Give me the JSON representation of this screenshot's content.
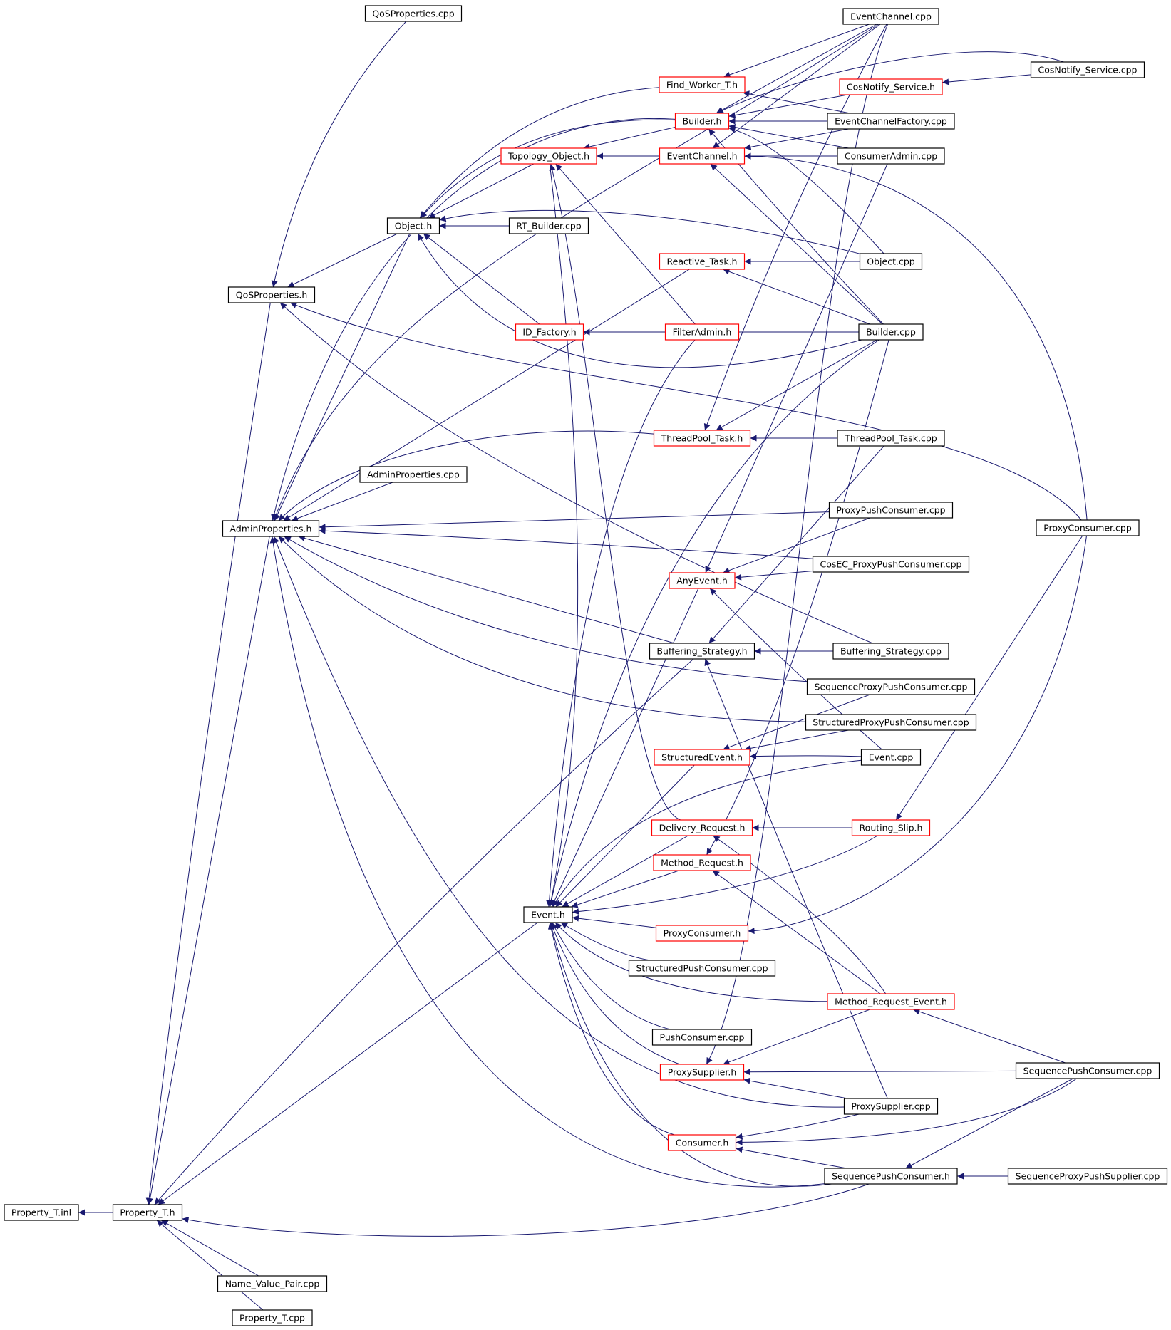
{
  "diagram": {
    "title": "",
    "colors": {
      "edge": "#191970",
      "arrowhead": "#191970",
      "node_border_default": "#000000",
      "node_border_incomplete": "#ff0000",
      "node_fill_default": "#ffffff",
      "node_fill_root": "#bfbfbf"
    },
    "nodes": [
      {
        "id": "property_t_inl",
        "label": "Property_T.inl",
        "style": "root"
      },
      {
        "id": "property_t_h",
        "label": "Property_T.h",
        "style": "default"
      },
      {
        "id": "name_value_pair_cpp",
        "label": "Name_Value_Pair.cpp",
        "style": "default"
      },
      {
        "id": "property_t_cpp",
        "label": "Property_T.cpp",
        "style": "default"
      },
      {
        "id": "qosproperties_cpp",
        "label": "QoSProperties.cpp",
        "style": "default"
      },
      {
        "id": "qosproperties_h",
        "label": "QoSProperties.h",
        "style": "default"
      },
      {
        "id": "adminproperties_h",
        "label": "AdminProperties.h",
        "style": "default"
      },
      {
        "id": "adminproperties_cpp",
        "label": "AdminProperties.cpp",
        "style": "default"
      },
      {
        "id": "object_h",
        "label": "Object.h",
        "style": "default"
      },
      {
        "id": "rt_builder_cpp",
        "label": "RT_Builder.cpp",
        "style": "default"
      },
      {
        "id": "event_h",
        "label": "Event.h",
        "style": "default"
      },
      {
        "id": "find_worker_t_h",
        "label": "Find_Worker_T.h",
        "style": "incomplete"
      },
      {
        "id": "builder_h",
        "label": "Builder.h",
        "style": "incomplete"
      },
      {
        "id": "topology_object_h",
        "label": "Topology_Object.h",
        "style": "incomplete"
      },
      {
        "id": "eventchannel_h",
        "label": "EventChannel.h",
        "style": "incomplete"
      },
      {
        "id": "reactive_task_h",
        "label": "Reactive_Task.h",
        "style": "incomplete"
      },
      {
        "id": "id_factory_h",
        "label": "ID_Factory.h",
        "style": "incomplete"
      },
      {
        "id": "filteradmin_h",
        "label": "FilterAdmin.h",
        "style": "incomplete"
      },
      {
        "id": "threadpool_task_h",
        "label": "ThreadPool_Task.h",
        "style": "incomplete"
      },
      {
        "id": "anyevent_h",
        "label": "AnyEvent.h",
        "style": "incomplete"
      },
      {
        "id": "buffering_strategy_h",
        "label": "Buffering_Strategy.h",
        "style": "default"
      },
      {
        "id": "structuredevent_h",
        "label": "StructuredEvent.h",
        "style": "incomplete"
      },
      {
        "id": "delivery_request_h",
        "label": "Delivery_Request.h",
        "style": "incomplete"
      },
      {
        "id": "method_request_h",
        "label": "Method_Request.h",
        "style": "incomplete"
      },
      {
        "id": "proxyconsumer_h",
        "label": "ProxyConsumer.h",
        "style": "incomplete"
      },
      {
        "id": "structuredpushconsumer_cpp",
        "label": "StructuredPushConsumer.cpp",
        "style": "default"
      },
      {
        "id": "pushconsumer_cpp",
        "label": "PushConsumer.cpp",
        "style": "default"
      },
      {
        "id": "proxysupplier_h",
        "label": "ProxySupplier.h",
        "style": "incomplete"
      },
      {
        "id": "consumer_h",
        "label": "Consumer.h",
        "style": "incomplete"
      },
      {
        "id": "eventchannel_cpp",
        "label": "EventChannel.cpp",
        "style": "default"
      },
      {
        "id": "cosnotify_service_h",
        "label": "CosNotify_Service.h",
        "style": "incomplete"
      },
      {
        "id": "eventchannelfactory_cpp",
        "label": "EventChannelFactory.cpp",
        "style": "default"
      },
      {
        "id": "consumeradmin_cpp",
        "label": "ConsumerAdmin.cpp",
        "style": "default"
      },
      {
        "id": "object_cpp",
        "label": "Object.cpp",
        "style": "default"
      },
      {
        "id": "builder_cpp",
        "label": "Builder.cpp",
        "style": "default"
      },
      {
        "id": "threadpool_task_cpp",
        "label": "ThreadPool_Task.cpp",
        "style": "default"
      },
      {
        "id": "proxypushconsumer_cpp",
        "label": "ProxyPushConsumer.cpp",
        "style": "default"
      },
      {
        "id": "cosec_proxypushconsumer_cpp",
        "label": "CosEC_ProxyPushConsumer.cpp",
        "style": "default"
      },
      {
        "id": "buffering_strategy_cpp",
        "label": "Buffering_Strategy.cpp",
        "style": "default"
      },
      {
        "id": "sequenceproxypushconsumer_cpp",
        "label": "SequenceProxyPushConsumer.cpp",
        "style": "default"
      },
      {
        "id": "structuredproxypushconsumer_cpp",
        "label": "StructuredProxyPushConsumer.cpp",
        "style": "default"
      },
      {
        "id": "event_cpp",
        "label": "Event.cpp",
        "style": "default"
      },
      {
        "id": "routing_slip_h",
        "label": "Routing_Slip.h",
        "style": "incomplete"
      },
      {
        "id": "method_request_event_h",
        "label": "Method_Request_Event.h",
        "style": "incomplete"
      },
      {
        "id": "proxysupplier_cpp",
        "label": "ProxySupplier.cpp",
        "style": "default"
      },
      {
        "id": "sequencepushconsumer_h",
        "label": "SequencePushConsumer.h",
        "style": "default"
      },
      {
        "id": "cosnotify_service_cpp",
        "label": "CosNotify_Service.cpp",
        "style": "default"
      },
      {
        "id": "proxyconsumer_cpp",
        "label": "ProxyConsumer.cpp",
        "style": "default"
      },
      {
        "id": "sequencepushconsumer_cpp",
        "label": "SequencePushConsumer.cpp",
        "style": "default"
      },
      {
        "id": "sequenceproxypushsupplier_cpp",
        "label": "SequenceProxyPushSupplier.cpp",
        "style": "default"
      }
    ],
    "edges": [
      [
        "property_t_h",
        "property_t_inl"
      ],
      [
        "name_value_pair_cpp",
        "property_t_h"
      ],
      [
        "property_t_cpp",
        "property_t_h"
      ],
      [
        "qosproperties_h",
        "property_t_h"
      ],
      [
        "adminproperties_h",
        "property_t_h"
      ],
      [
        "event_h",
        "property_t_h"
      ],
      [
        "buffering_strategy_h",
        "property_t_h"
      ],
      [
        "sequencepushconsumer_h",
        "property_t_h"
      ],
      [
        "qosproperties_cpp",
        "qosproperties_h"
      ],
      [
        "object_h",
        "qosproperties_h"
      ],
      [
        "buffering_strategy_cpp",
        "qosproperties_h"
      ],
      [
        "proxyconsumer_cpp",
        "qosproperties_h"
      ],
      [
        "adminproperties_cpp",
        "adminproperties_h"
      ],
      [
        "object_h",
        "adminproperties_h"
      ],
      [
        "builder_h",
        "adminproperties_h"
      ],
      [
        "reactive_task_h",
        "adminproperties_h"
      ],
      [
        "threadpool_task_h",
        "adminproperties_h"
      ],
      [
        "eventchannel_cpp",
        "adminproperties_h"
      ],
      [
        "proxypushconsumer_cpp",
        "adminproperties_h"
      ],
      [
        "cosec_proxypushconsumer_cpp",
        "adminproperties_h"
      ],
      [
        "buffering_strategy_h",
        "adminproperties_h"
      ],
      [
        "sequenceproxypushconsumer_cpp",
        "adminproperties_h"
      ],
      [
        "structuredproxypushconsumer_cpp",
        "adminproperties_h"
      ],
      [
        "proxysupplier_cpp",
        "adminproperties_h"
      ],
      [
        "sequencepushconsumer_h",
        "adminproperties_h"
      ],
      [
        "rt_builder_cpp",
        "object_h"
      ],
      [
        "topology_object_h",
        "object_h"
      ],
      [
        "find_worker_t_h",
        "object_h"
      ],
      [
        "builder_h",
        "object_h"
      ],
      [
        "id_factory_h",
        "object_h"
      ],
      [
        "object_cpp",
        "object_h"
      ],
      [
        "builder_cpp",
        "object_h"
      ],
      [
        "eventchannel_h",
        "topology_object_h"
      ],
      [
        "builder_h",
        "topology_object_h"
      ],
      [
        "filteradmin_h",
        "topology_object_h"
      ],
      [
        "delivery_request_h",
        "topology_object_h"
      ],
      [
        "eventchannel_cpp",
        "find_worker_t_h"
      ],
      [
        "eventchannelfactory_cpp",
        "find_worker_t_h"
      ],
      [
        "eventchannel_cpp",
        "builder_h"
      ],
      [
        "eventchannelfactory_cpp",
        "builder_h"
      ],
      [
        "consumeradmin_cpp",
        "builder_h"
      ],
      [
        "builder_cpp",
        "builder_h"
      ],
      [
        "object_cpp",
        "builder_h"
      ],
      [
        "cosnotify_service_cpp",
        "builder_h"
      ],
      [
        "cosnotify_service_h",
        "builder_h"
      ],
      [
        "cosnotify_service_cpp",
        "cosnotify_service_h"
      ],
      [
        "eventchannel_cpp",
        "eventchannel_h"
      ],
      [
        "eventchannelfactory_cpp",
        "eventchannel_h"
      ],
      [
        "consumeradmin_cpp",
        "eventchannel_h"
      ],
      [
        "builder_cpp",
        "eventchannel_h"
      ],
      [
        "proxyconsumer_cpp",
        "eventchannel_h"
      ],
      [
        "object_cpp",
        "reactive_task_h"
      ],
      [
        "builder_cpp",
        "reactive_task_h"
      ],
      [
        "filteradmin_h",
        "id_factory_h"
      ],
      [
        "builder_cpp",
        "id_factory_h"
      ],
      [
        "threadpool_task_cpp",
        "threadpool_task_h"
      ],
      [
        "builder_cpp",
        "threadpool_task_h"
      ],
      [
        "eventchannel_cpp",
        "threadpool_task_h"
      ],
      [
        "buffering_strategy_cpp",
        "buffering_strategy_h"
      ],
      [
        "threadpool_task_cpp",
        "buffering_strategy_h"
      ],
      [
        "proxypushconsumer_cpp",
        "anyevent_h"
      ],
      [
        "cosec_proxypushconsumer_cpp",
        "anyevent_h"
      ],
      [
        "consumeradmin_cpp",
        "anyevent_h"
      ],
      [
        "event_cpp",
        "anyevent_h"
      ],
      [
        "structuredproxypushconsumer_cpp",
        "structuredevent_h"
      ],
      [
        "sequenceproxypushconsumer_cpp",
        "structuredevent_h"
      ],
      [
        "event_cpp",
        "structuredevent_h"
      ],
      [
        "routing_slip_h",
        "delivery_request_h"
      ],
      [
        "method_request_event_h",
        "delivery_request_h"
      ],
      [
        "builder_cpp",
        "method_request_h"
      ],
      [
        "method_request_event_h",
        "method_request_h"
      ],
      [
        "proxyconsumer_cpp",
        "proxyconsumer_h"
      ],
      [
        "sequencepushconsumer_cpp",
        "proxysupplier_h"
      ],
      [
        "proxysupplier_cpp",
        "proxysupplier_h"
      ],
      [
        "method_request_event_h",
        "proxysupplier_h"
      ],
      [
        "eventchannel_cpp",
        "proxysupplier_h"
      ],
      [
        "proxysupplier_cpp",
        "consumer_h"
      ],
      [
        "sequencepushconsumer_h",
        "consumer_h"
      ],
      [
        "sequencepushconsumer_cpp",
        "consumer_h"
      ],
      [
        "sequencepushconsumer_cpp",
        "method_request_event_h"
      ],
      [
        "proxyconsumer_cpp",
        "routing_slip_h"
      ],
      [
        "sequenceproxypushsupplier_cpp",
        "sequencepushconsumer_h"
      ],
      [
        "sequencepushconsumer_cpp",
        "sequencepushconsumer_h"
      ],
      [
        "proxysupplier_cpp",
        "buffering_strategy_h"
      ],
      [
        "anyevent_h",
        "event_h"
      ],
      [
        "structuredevent_h",
        "event_h"
      ],
      [
        "delivery_request_h",
        "event_h"
      ],
      [
        "method_request_h",
        "event_h"
      ],
      [
        "proxyconsumer_h",
        "event_h"
      ],
      [
        "structuredpushconsumer_cpp",
        "event_h"
      ],
      [
        "pushconsumer_cpp",
        "event_h"
      ],
      [
        "proxysupplier_h",
        "event_h"
      ],
      [
        "consumer_h",
        "event_h"
      ],
      [
        "method_request_event_h",
        "event_h"
      ],
      [
        "routing_slip_h",
        "event_h"
      ],
      [
        "event_cpp",
        "event_h"
      ],
      [
        "sequencepushconsumer_h",
        "event_h"
      ],
      [
        "filteradmin_h",
        "event_h"
      ],
      [
        "builder_cpp",
        "event_h"
      ],
      [
        "topology_object_h",
        "event_h"
      ]
    ]
  }
}
